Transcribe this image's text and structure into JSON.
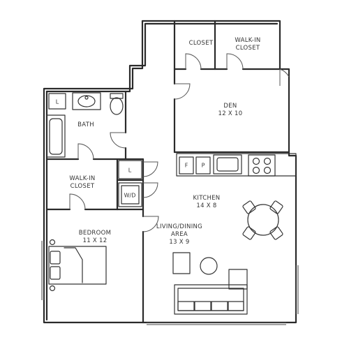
{
  "rooms": {
    "closet": {
      "name": "CLOSET"
    },
    "walkin_top": {
      "name_line1": "WALK-IN",
      "name_line2": "CLOSET"
    },
    "den": {
      "name": "DEN",
      "dims": "12 X 10"
    },
    "bath": {
      "name": "BATH"
    },
    "walkin_left": {
      "name_line1": "WALK-IN",
      "name_line2": "CLOSET"
    },
    "kitchen": {
      "name": "KITCHEN",
      "dims": "14 X 8"
    },
    "living": {
      "name_line1": "LIVING/DINING",
      "name_line2": "AREA",
      "dims": "13 X 9"
    },
    "bedroom": {
      "name": "BEDROOM",
      "dims": "11 X 12"
    }
  },
  "appliances": {
    "bath_linen": "L",
    "hall_linen": "L",
    "washer_dryer": "W/D",
    "fridge": "F",
    "pantry": "P"
  }
}
